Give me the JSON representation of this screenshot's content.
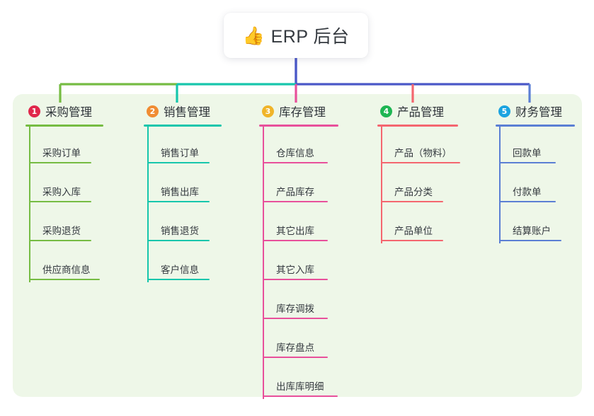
{
  "root": {
    "emoji": "👍",
    "emoji_name": "thumbs-up-emoji",
    "label": "ERP 后台"
  },
  "palette": {
    "panel_bg": "#eef7e8",
    "page_bg": "#ffffff",
    "stem": "#4a58c8",
    "text": "#34393f",
    "col1_line": "#76bc43",
    "col2_line": "#17c6ac",
    "col3_line": "#e8509b",
    "col4_line": "#f4666f",
    "col5_line": "#5b7fd4",
    "badge1": "#e0274b",
    "badge2": "#f08c33",
    "badge3": "#f0b429",
    "badge4": "#1eb653",
    "badge5": "#1ba3e0"
  },
  "columns": [
    {
      "index": "1",
      "title": "采购管理",
      "line_color": "#76bc43",
      "badge_color": "#e0274b",
      "rule_width": 110,
      "leaves": [
        {
          "label": "采购订单",
          "rule_width": 88
        },
        {
          "label": "采购入库",
          "rule_width": 88
        },
        {
          "label": "采购退货",
          "rule_width": 88
        },
        {
          "label": "供应商信息",
          "rule_width": 100
        }
      ]
    },
    {
      "index": "2",
      "title": "销售管理",
      "line_color": "#17c6ac",
      "badge_color": "#f08c33",
      "rule_width": 110,
      "leaves": [
        {
          "label": "销售订单",
          "rule_width": 88
        },
        {
          "label": "销售出库",
          "rule_width": 88
        },
        {
          "label": "销售退货",
          "rule_width": 88
        },
        {
          "label": "客户信息",
          "rule_width": 88
        }
      ]
    },
    {
      "index": "3",
      "title": "库存管理",
      "line_color": "#e8509b",
      "badge_color": "#f0b429",
      "rule_width": 112,
      "leaves": [
        {
          "label": "仓库信息",
          "rule_width": 92
        },
        {
          "label": "产品库存",
          "rule_width": 92
        },
        {
          "label": "其它出库",
          "rule_width": 92
        },
        {
          "label": "其它入库",
          "rule_width": 92
        },
        {
          "label": "库存调拨",
          "rule_width": 92
        },
        {
          "label": "库存盘点",
          "rule_width": 92
        },
        {
          "label": "出库库明细",
          "rule_width": 106
        }
      ]
    },
    {
      "index": "4",
      "title": "产品管理",
      "line_color": "#f4666f",
      "badge_color": "#1eb653",
      "rule_width": 114,
      "leaves": [
        {
          "label": "产品（物料）",
          "rule_width": 112
        },
        {
          "label": "产品分类",
          "rule_width": 88
        },
        {
          "label": "产品单位",
          "rule_width": 88
        }
      ]
    },
    {
      "index": "5",
      "title": "财务管理",
      "line_color": "#5b7fd4",
      "badge_color": "#1ba3e0",
      "rule_width": 112,
      "leaves": [
        {
          "label": "回款单",
          "rule_width": 80
        },
        {
          "label": "付款单",
          "rule_width": 80
        },
        {
          "label": "结算账户",
          "rule_width": 88
        }
      ]
    }
  ]
}
